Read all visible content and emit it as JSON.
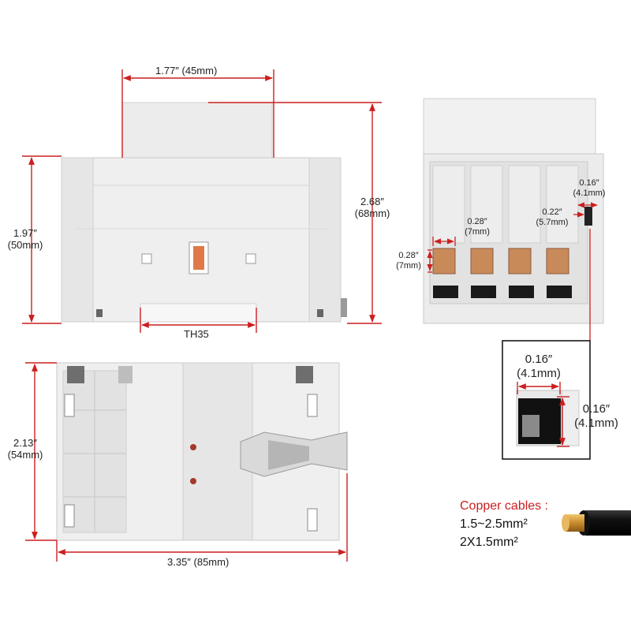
{
  "front_view": {
    "width_label": "1.77″ (45mm)",
    "height_inner_label": {
      "line1": "1.97″",
      "line2": "(50mm)"
    },
    "height_outer_label": {
      "line1": "2.68″",
      "line2": "(68mm)"
    },
    "rail_label": "TH35"
  },
  "side_view": {
    "terminal_height_label": {
      "line1": "0.28″",
      "line2": "(7mm)"
    },
    "terminal_width_label": {
      "line1": "0.28″",
      "line2": "(7mm)"
    },
    "terminal_gap_label": {
      "line1": "0.22″",
      "line2": "(5.7mm)"
    },
    "screw_label": {
      "line1": "0.16″",
      "line2": "(4.1mm)"
    }
  },
  "detail_inset": {
    "width_label": {
      "line1": "0.16″",
      "line2": "(4.1mm)"
    },
    "height_label": {
      "line1": "0.16″",
      "line2": "(4.1mm)"
    }
  },
  "bottom_view": {
    "depth_label": {
      "line1": "2.13″",
      "line2": "(54mm)"
    },
    "length_label": "3.35″ (85mm)"
  },
  "cable_legend": {
    "title": "Copper cables :",
    "line1": "1.5~2.5mm²",
    "line2": "2X1.5mm²"
  },
  "colors": {
    "dimension_line": "#cc1f1f",
    "housing": "#eeeeee",
    "housing_edge": "#c4c4c4",
    "terminal_copper": "#c98a5a",
    "cable_core": "#d6a23a",
    "cable_jacket": "#1a1a1a",
    "indicator": "#e07848",
    "dot": "#a33a2a"
  }
}
